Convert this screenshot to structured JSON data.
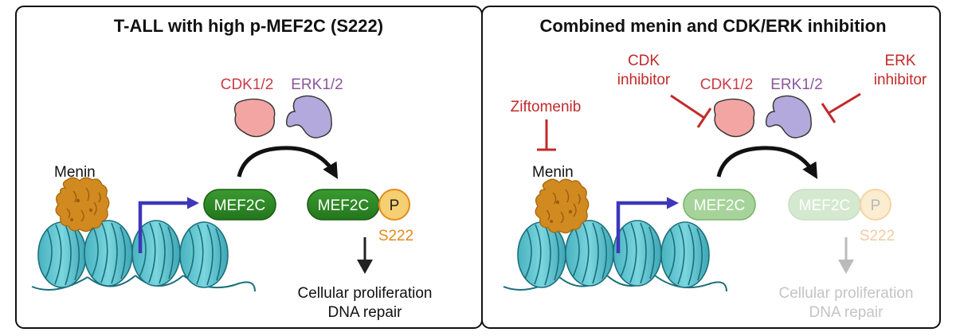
{
  "colors": {
    "cdk": "#c83c46",
    "erk": "#8b569b",
    "inhibitor": "#c22a2a",
    "phospho": "#e58a1c",
    "mef2c_fill": "#2f8a26",
    "mef2c_faded": "#a6d39a",
    "arrow_blue": "#3f36b9",
    "nucleosome": "#5bc4cf",
    "menin": "#d08a20",
    "faded_text": "#c4c4c4"
  },
  "left_panel": {
    "title": "T-ALL with high p-MEF2C (S222)",
    "menin_label": "Menin",
    "cdk_label": "CDK1/2",
    "erk_label": "ERK1/2",
    "mef2c_label": "MEF2C",
    "mef2c_p_label": "MEF2C",
    "phospho_label": "P",
    "site_label": "S222",
    "outcome_line1": "Cellular proliferation",
    "outcome_line2": "DNA repair"
  },
  "right_panel": {
    "title": "Combined menin and CDK/ERK inhibition",
    "ziftomenib_label": "Ziftomenib",
    "cdk_inhibitor_line1": "CDK",
    "cdk_inhibitor_line2": "inhibitor",
    "erk_inhibitor_line1": "ERK",
    "erk_inhibitor_line2": "inhibitor",
    "menin_label": "Menin",
    "cdk_label": "CDK1/2",
    "erk_label": "ERK1/2",
    "mef2c_label": "MEF2C",
    "mef2c_p_label": "MEF2C",
    "phospho_label": "P",
    "site_label": "S222",
    "outcome_line1": "Cellular proliferation",
    "outcome_line2": "DNA repair"
  }
}
